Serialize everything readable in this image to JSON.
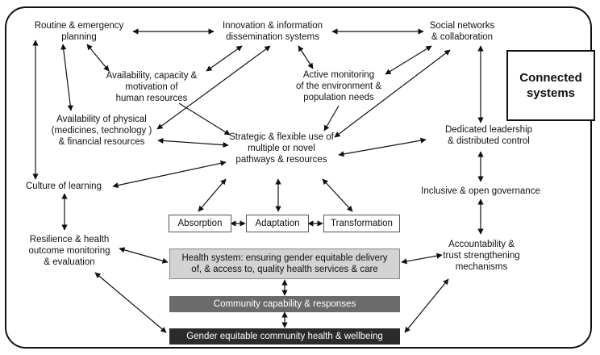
{
  "connected_systems": [
    "Connected",
    "systems"
  ],
  "nodes": {
    "routine": [
      "Routine & emergency",
      "planning"
    ],
    "innovation": [
      "Innovation & information",
      "dissemination systems"
    ],
    "social": [
      "Social networks",
      "& collaboration"
    ],
    "human": [
      "Availability, capacity &",
      "motivation of",
      "human resources"
    ],
    "monitoring": [
      "Active monitoring",
      "of the environment &",
      "population needs"
    ],
    "physical": [
      "Availability of physical",
      "(medicines, technology )",
      "& financial resources"
    ],
    "strategic": [
      "Strategic & flexible use of",
      "multiple or novel",
      "pathways & resources"
    ],
    "leadership": [
      "Dedicated leadership",
      "& distributed control"
    ],
    "learning": [
      "Culture of learning"
    ],
    "governance": [
      "Inclusive & open governance"
    ],
    "resilience": [
      "Resilience & health",
      "outcome monitoring",
      "& evaluation"
    ],
    "accountability": [
      "Accountability &",
      "trust strengthening",
      "mechanisms"
    ]
  },
  "boxes": {
    "absorption": "Absorption",
    "adaptation": "Adaptation",
    "transformation": "Transformation",
    "health_system": [
      "Health system: ensuring gender equitable delivery",
      "of, & access to, quality health services & care"
    ],
    "community": "Community capability & responses",
    "wellbeing": "Gender equitable community health & wellbeing"
  },
  "colors": {
    "health_system_fill": "#d3d3d3",
    "community_fill": "#6b6b6b",
    "wellbeing_fill": "#2b2b2b",
    "line": "#111111"
  }
}
